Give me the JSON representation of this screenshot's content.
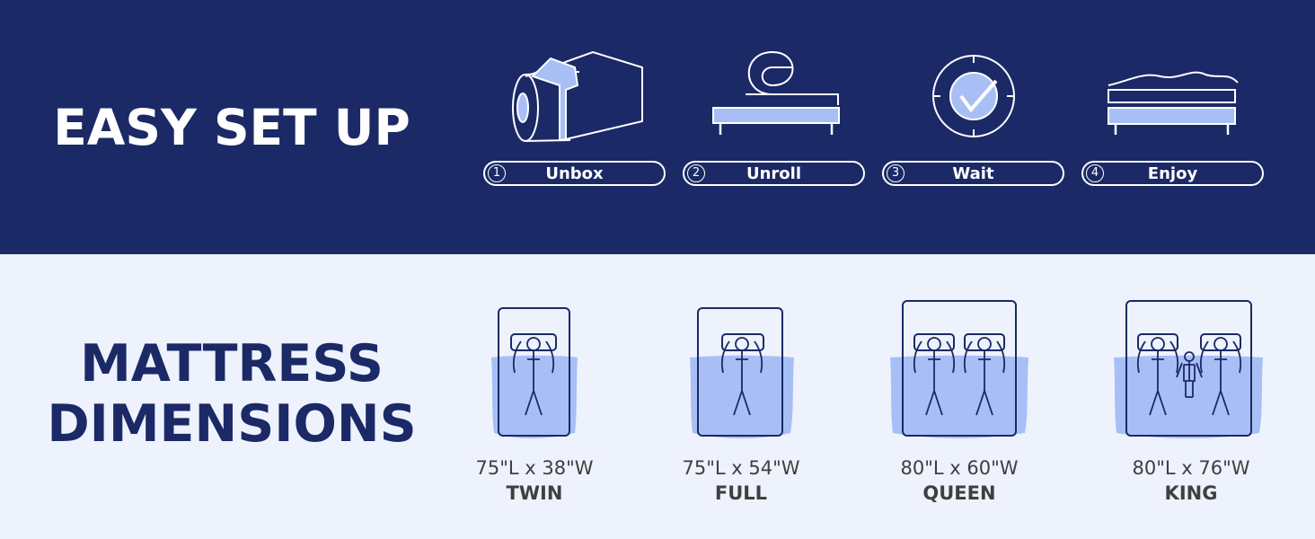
{
  "setup": {
    "title": "EASY SET UP",
    "steps": [
      {
        "num": "1",
        "label": "Unbox",
        "icon": "mattress-box-icon"
      },
      {
        "num": "2",
        "label": "Unroll",
        "icon": "unroll-mattress-icon"
      },
      {
        "num": "3",
        "label": "Wait",
        "icon": "clock-check-icon"
      },
      {
        "num": "4",
        "label": "Enjoy",
        "icon": "bed-sleeper-icon"
      }
    ]
  },
  "dimensions": {
    "title_line1": "MATTRESS",
    "title_line2": "DIMENSIONS",
    "sizes": [
      {
        "name": "TWIN",
        "measure": "75\"L x 38\"W"
      },
      {
        "name": "FULL",
        "measure": "75\"L x 54\"W"
      },
      {
        "name": "QUEEN",
        "measure": "80\"L x 60\"W"
      },
      {
        "name": "KING",
        "measure": "80\"L x 76\"W"
      }
    ]
  },
  "colors": {
    "navy": "#1b2966",
    "light_bg": "#edf2fd",
    "accent_blue": "#a8bff5",
    "text_gray": "#3f3f3f"
  }
}
